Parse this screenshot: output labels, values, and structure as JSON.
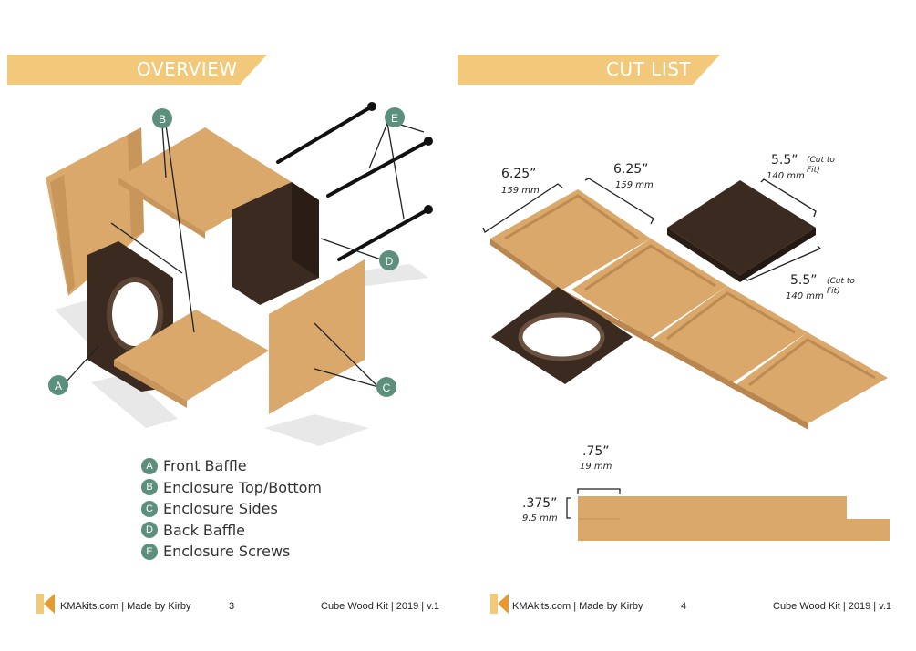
{
  "colors": {
    "banner": "#f2c97b",
    "badge": "#5c907c",
    "mdf": "#d9a86a",
    "dark_wood": "#3b2a20"
  },
  "left_page": {
    "banner_title": "OVERVIEW",
    "callouts": {
      "a": "A",
      "b": "B",
      "c": "C",
      "d": "D",
      "e": "E"
    },
    "legend": [
      {
        "letter": "A",
        "label": "Front Baffle"
      },
      {
        "letter": "B",
        "label": "Enclosure Top/Bottom"
      },
      {
        "letter": "C",
        "label": "Enclosure Sides"
      },
      {
        "letter": "D",
        "label": "Back Baffle"
      },
      {
        "letter": "E",
        "label": "Enclosure Screws"
      }
    ],
    "footer": {
      "brand": "KMAkits.com | Made by Kirby",
      "page_number": "3",
      "kit": "Cube Wood Kit | 2019 | v.1"
    }
  },
  "right_page": {
    "banner_title": "CUT LIST",
    "dimensions": {
      "panel1_in": "6.25”",
      "panel1_mm": "159 mm",
      "panel2_in": "6.25”",
      "panel2_mm": "159 mm",
      "back_w_in": "5.5”",
      "back_w_note": "(Cut to Fit)",
      "back_w_mm": "140 mm",
      "back_h_in": "5.5”",
      "back_h_note": "(Cut to Fit)",
      "back_h_mm": "140 mm",
      "rabbet_w_in": ".75”",
      "rabbet_w_mm": "19 mm",
      "rabbet_d_in": ".375”",
      "rabbet_d_mm": "9.5 mm"
    },
    "footer": {
      "brand": "KMAkits.com | Made by Kirby",
      "page_number": "4",
      "kit": "Cube Wood Kit | 2019 | v.1"
    }
  }
}
